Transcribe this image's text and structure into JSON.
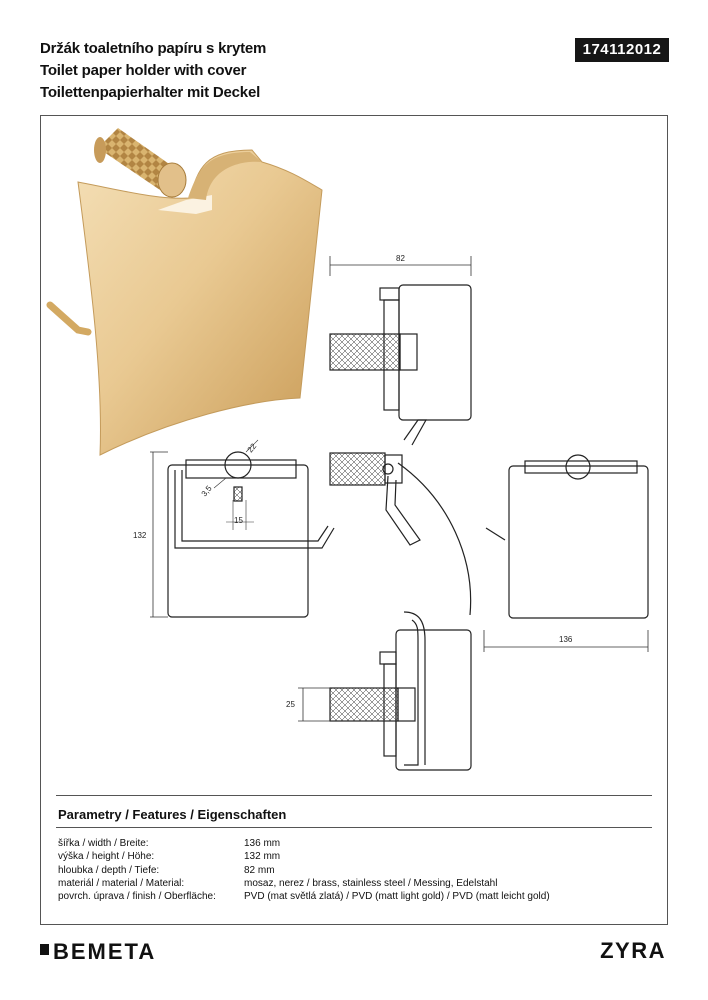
{
  "header": {
    "title_cz": "Držák toaletního papíru s krytem",
    "title_en": "Toilet paper holder with cover",
    "title_de": "Toilettenpapierhalter mit Deckel",
    "product_code": "174112012"
  },
  "dimensions": {
    "d82": "82",
    "d132": "132",
    "d136": "136",
    "d22": "22",
    "d3_5": "3,5",
    "d15": "15",
    "d25": "25"
  },
  "features": {
    "title": "Parametry / Features / Eigenschaften",
    "rows": [
      {
        "label": "šířka / width / Breite:",
        "value": "136 mm"
      },
      {
        "label": "výška / height / Höhe:",
        "value": "132 mm"
      },
      {
        "label": "hloubka / depth / Tiefe:",
        "value": "82 mm"
      },
      {
        "label": "materiál / material / Material:",
        "value": "mosaz, nerez / brass, stainless steel / Messing, Edelstahl"
      },
      {
        "label": "povrch. úprava / finish / Oberfläche:",
        "value": "PVD (mat světlá zlatá) / PVD (matt light gold) / PVD (matt leicht gold)"
      }
    ]
  },
  "footer": {
    "brand": "BEMETA",
    "series": "ZYRA"
  },
  "colors": {
    "gold": "#e6c48c",
    "line": "#222222",
    "code_bg": "#161616"
  }
}
